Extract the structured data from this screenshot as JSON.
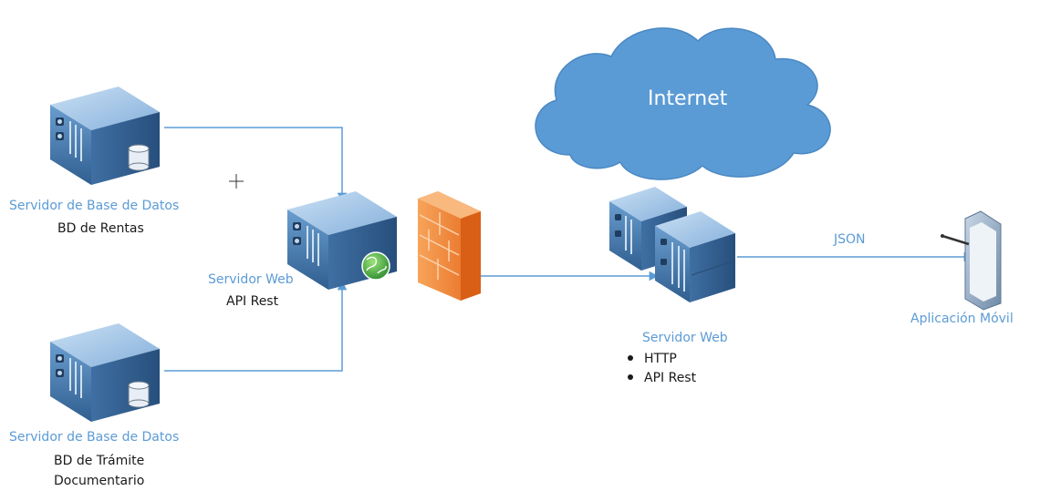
{
  "cloud": {
    "label": "Internet"
  },
  "db_server_top": {
    "title": "Servidor de Base de Datos",
    "subtitle": "BD de Rentas"
  },
  "db_server_bottom": {
    "title": "Servidor de Base de Datos",
    "subtitle_line1": "BD de Trámite",
    "subtitle_line2": "Documentario"
  },
  "web_server_internal": {
    "title": "Servidor Web",
    "subtitle": "API Rest"
  },
  "web_server_public": {
    "title": "Servidor Web",
    "bullets": [
      "HTTP",
      "API Rest"
    ]
  },
  "mobile_app": {
    "title": "Aplicación Móvil"
  },
  "connection_json": {
    "label": "JSON"
  },
  "colors": {
    "label_blue": "#5b9bd5",
    "connector": "#5b9bd5",
    "cloud": "#5b9bd5",
    "firewall": "#f07d2a",
    "server": "#4f7fb5"
  },
  "icons": [
    "database-server-icon",
    "web-server-icon",
    "globe-icon",
    "firewall-icon",
    "server-cluster-icon",
    "cloud-icon",
    "mobile-device-icon",
    "cursor-crosshair-icon"
  ]
}
